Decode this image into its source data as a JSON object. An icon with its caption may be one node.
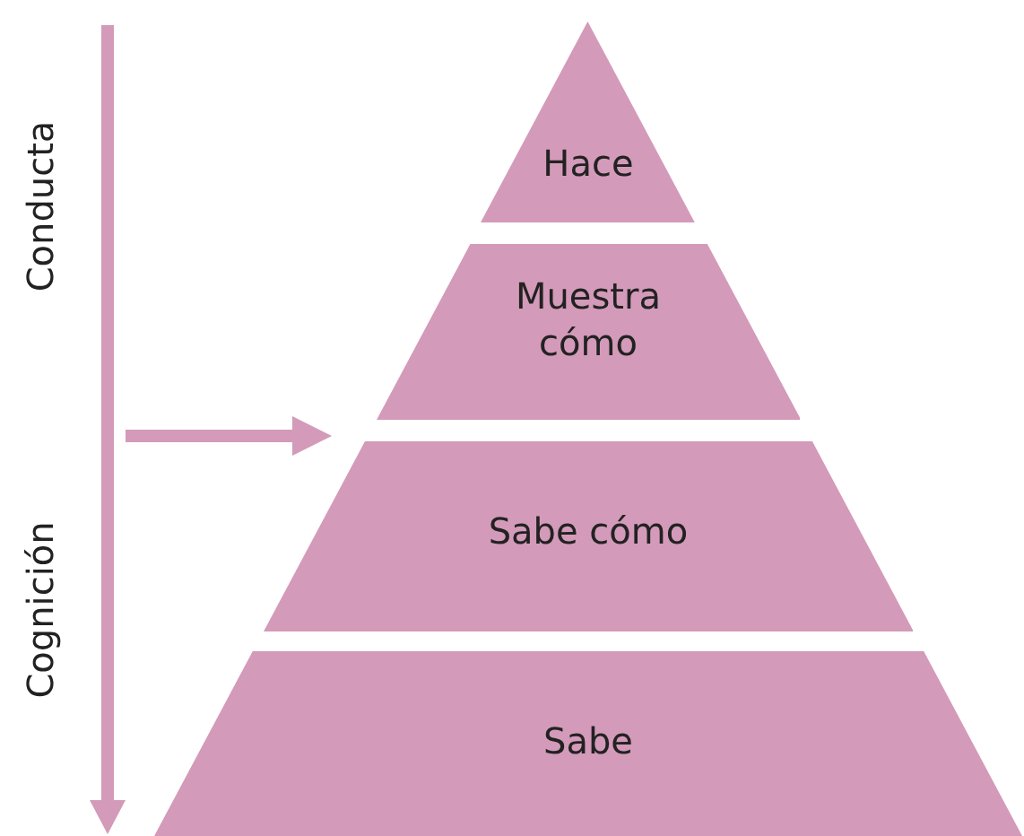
{
  "diagram": {
    "nodes": [
      {
        "text": [
          "Hace"
        ]
      },
      {
        "text": [
          "Muestra cómo"
        ]
      },
      {
        "text": [
          "Sabe cómo"
        ]
      },
      {
        "text": [
          "Sabe"
        ]
      }
    ],
    "labels": [
      "Conducta",
      "Cognición"
    ]
  }
}
